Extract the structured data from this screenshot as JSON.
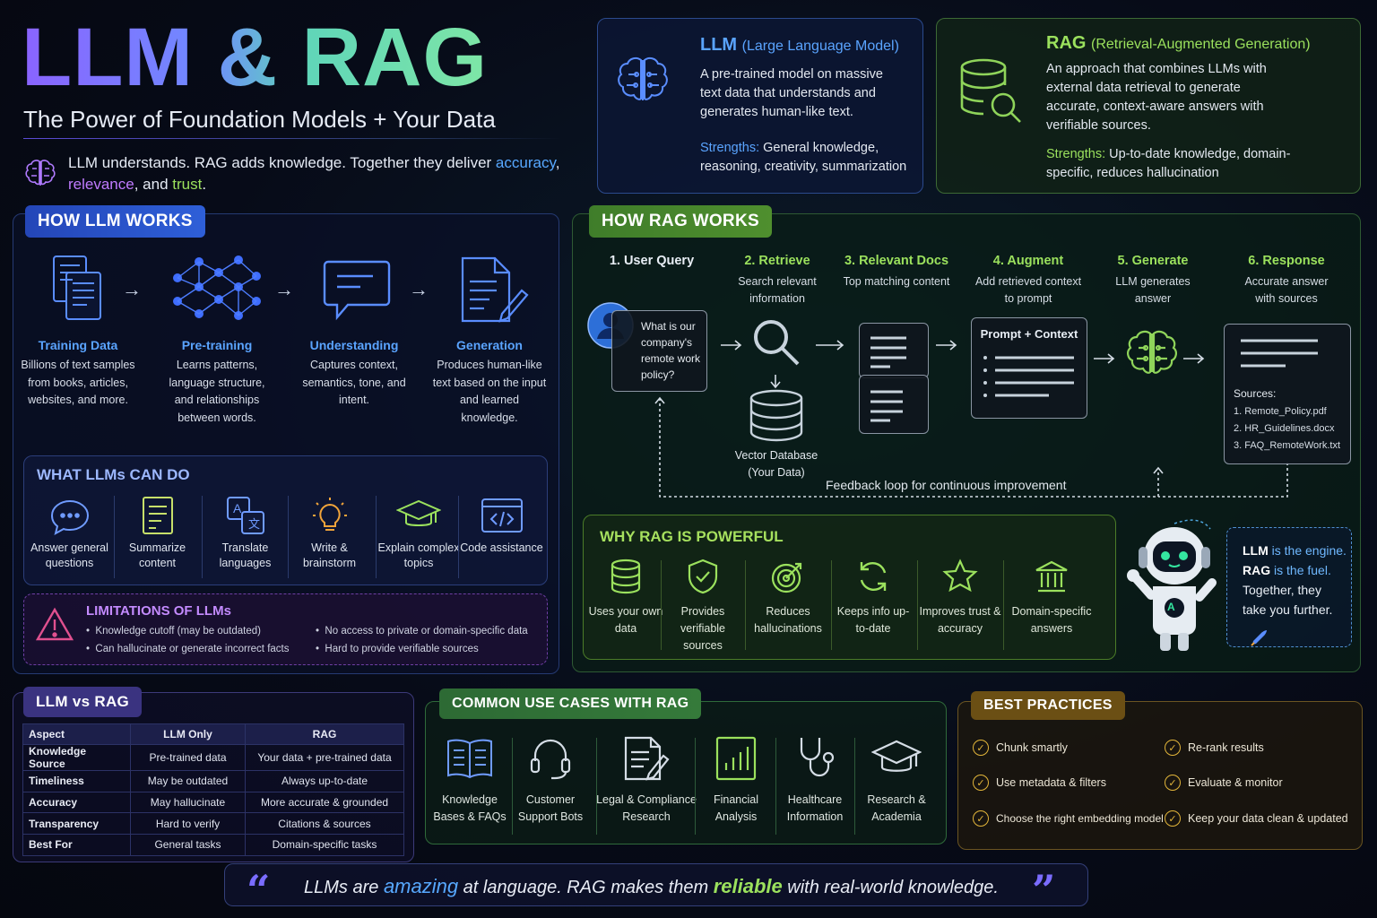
{
  "header": {
    "title_part1": "LLM",
    "title_amp": "&",
    "title_part2": "RAG",
    "subtitle": "The Power of Foundation Models + Your Data",
    "tagline_a": "LLM understands. RAG adds knowledge. Together they deliver ",
    "tagline_accuracy": "accuracy",
    "tagline_comma": ",",
    "tagline_relevance": "relevance",
    "tagline_and": ", and ",
    "tagline_trust": "trust",
    "tagline_end": "."
  },
  "llm_def": {
    "title": "LLM",
    "title_sub": "(Large Language Model)",
    "body": "A pre-trained model on massive text data that understands and generates human-like text.",
    "strengths_label": "Strengths:",
    "strengths": " General knowledge, reasoning, creativity, summarization"
  },
  "rag_def": {
    "title": "RAG",
    "title_sub": "(Retrieval-Augmented Generation)",
    "body": "An approach that combines LLMs with external data retrieval to generate accurate, context-aware answers with verifiable sources.",
    "strengths_label": "Strengths:",
    "strengths": " Up-to-date knowledge, domain-specific, reduces hallucination"
  },
  "llm_works": {
    "tag": "HOW LLM WORKS",
    "steps": [
      {
        "label": "Training Data",
        "desc": "Billions of text samples from books, articles, websites, and more."
      },
      {
        "label": "Pre-training",
        "desc": "Learns patterns, language structure, and relationships between words."
      },
      {
        "label": "Understanding",
        "desc": "Captures context, semantics, tone, and intent."
      },
      {
        "label": "Generation",
        "desc": "Produces human-like text based on the input and learned knowledge."
      }
    ],
    "arrow": "→"
  },
  "can_do": {
    "title": "WHAT LLMs CAN DO",
    "items": [
      {
        "label": "Answer general questions",
        "icon": "chat-bubble-icon"
      },
      {
        "label": "Summarize content",
        "icon": "document-list-icon"
      },
      {
        "label": "Translate languages",
        "icon": "translate-icon"
      },
      {
        "label": "Write & brainstorm",
        "icon": "lightbulb-icon"
      },
      {
        "label": "Explain complex topics",
        "icon": "graduation-cap-icon"
      },
      {
        "label": "Code assistance",
        "icon": "code-icon"
      }
    ]
  },
  "limitations": {
    "title": "LIMITATIONS OF LLMs",
    "items": [
      "Knowledge cutoff (may be outdated)",
      "Can hallucinate or generate incorrect facts",
      "No access to private or domain-specific data",
      "Hard to provide verifiable sources"
    ]
  },
  "rag_works": {
    "tag": "HOW RAG WORKS",
    "steps": [
      {
        "title": "1. User Query",
        "desc": ""
      },
      {
        "title": "2. Retrieve",
        "desc": "Search relevant information"
      },
      {
        "title": "3. Relevant Docs",
        "desc": "Top matching content"
      },
      {
        "title": "4. Augment",
        "desc": "Add retrieved context to prompt"
      },
      {
        "title": "5. Generate",
        "desc": "LLM generates answer"
      },
      {
        "title": "6. Response",
        "desc": "Accurate answer with sources"
      }
    ],
    "query": "What is our company's remote work policy?",
    "vector_db": "Vector Database (Your Data)",
    "prompt_context": "Prompt + Context",
    "sources_label": "Sources:",
    "sources": [
      "1.  Remote_Policy.pdf",
      "2.  HR_Guidelines.docx",
      "3.  FAQ_RemoteWork.txt"
    ],
    "feedback": "Feedback loop for continuous improvement"
  },
  "why_rag": {
    "title": "WHY RAG IS POWERFUL",
    "items": [
      {
        "label": "Uses your own data",
        "icon": "database-icon"
      },
      {
        "label": "Provides verifiable sources",
        "icon": "shield-check-icon"
      },
      {
        "label": "Reduces hallucinations",
        "icon": "target-icon"
      },
      {
        "label": "Keeps info up-to-date",
        "icon": "refresh-icon"
      },
      {
        "label": "Improves trust & accuracy",
        "icon": "star-icon"
      },
      {
        "label": "Domain-specific answers",
        "icon": "institution-icon"
      }
    ]
  },
  "robot": {
    "line1a": "LLM",
    "line1b": " is the engine.",
    "line2a": "RAG",
    "line2b": " is the fuel.",
    "line3": "Together, they take you further.",
    "badge": "A"
  },
  "comparison": {
    "tag": "LLM vs RAG",
    "headers": [
      "Aspect",
      "LLM Only",
      "RAG"
    ],
    "rows": [
      [
        "Knowledge Source",
        "Pre-trained data",
        "Your data + pre-trained data"
      ],
      [
        "Timeliness",
        "May be outdated",
        "Always up-to-date"
      ],
      [
        "Accuracy",
        "May hallucinate",
        "More accurate & grounded"
      ],
      [
        "Transparency",
        "Hard to verify",
        "Citations & sources"
      ],
      [
        "Best For",
        "General tasks",
        "Domain-specific tasks"
      ]
    ]
  },
  "use_cases": {
    "tag": "COMMON USE CASES WITH RAG",
    "items": [
      {
        "label": "Knowledge Bases & FAQs",
        "icon": "book-icon"
      },
      {
        "label": "Customer Support Bots",
        "icon": "headset-icon"
      },
      {
        "label": "Legal & Compliance Research",
        "icon": "legal-document-icon"
      },
      {
        "label": "Financial Analysis",
        "icon": "bar-chart-icon"
      },
      {
        "label": "Healthcare Information",
        "icon": "stethoscope-icon"
      },
      {
        "label": "Research & Academia",
        "icon": "graduation-cap-icon"
      }
    ]
  },
  "best_practices": {
    "tag": "BEST PRACTICES",
    "items": [
      "Chunk smartly",
      "Re-rank results",
      "Use metadata & filters",
      "Evaluate & monitor",
      "Choose the right embedding model",
      "Keep your data clean & updated"
    ]
  },
  "quote": {
    "a": "LLMs are ",
    "amazing": "amazing",
    "b": " at language. RAG makes them ",
    "reliable": "reliable",
    "c": " with real-world knowledge.",
    "open": "“",
    "close": "”"
  },
  "colors": {
    "llm_blue": "#5aa4ff",
    "rag_green": "#9be15d",
    "purple": "#c07bff",
    "gold": "#e2b53a"
  }
}
